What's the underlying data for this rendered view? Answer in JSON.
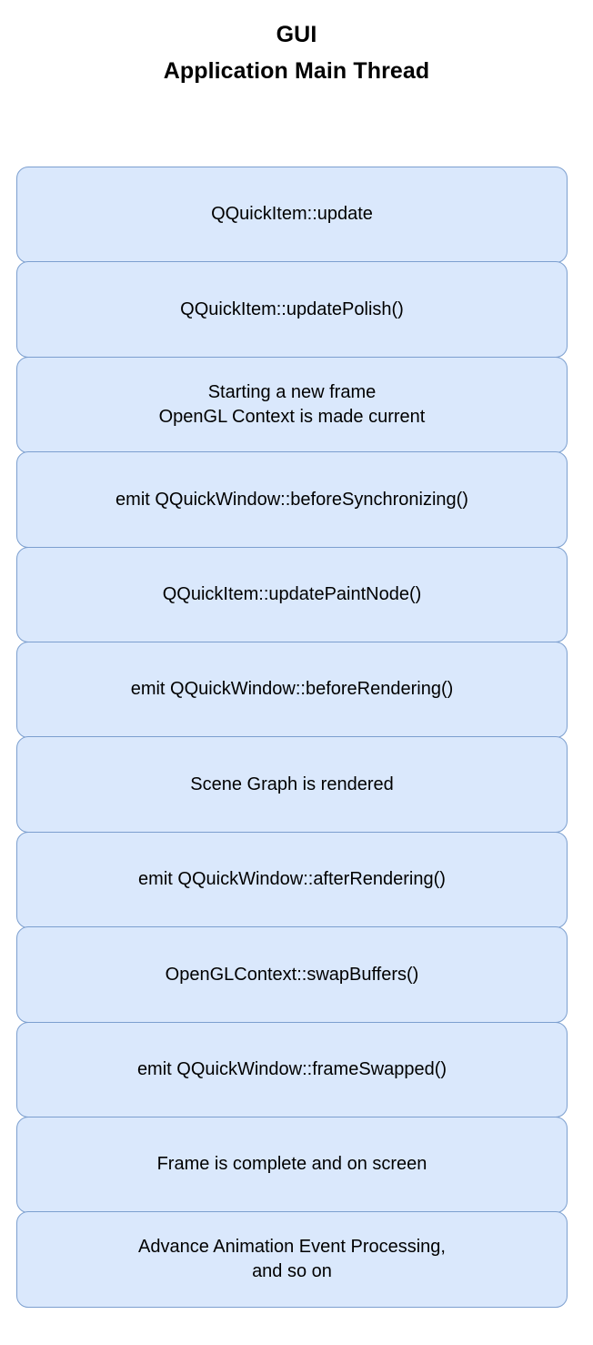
{
  "title": {
    "line1": "GUI",
    "line2": "Application Main Thread"
  },
  "colors": {
    "background": "#ffffff",
    "node_fill": "#dae8fc",
    "node_border": "#7c9fcf",
    "text": "#000000"
  },
  "flow": {
    "nodes": [
      {
        "label": "QQuickItem::update"
      },
      {
        "label": "QQuickItem::updatePolish()"
      },
      {
        "label": "Starting a new frame\nOpenGL Context is made current"
      },
      {
        "label": "emit QQuickWindow::beforeSynchronizing()"
      },
      {
        "label": "QQuickItem::updatePaintNode()"
      },
      {
        "label": "emit QQuickWindow::beforeRendering()"
      },
      {
        "label": "Scene Graph is rendered"
      },
      {
        "label": "emit QQuickWindow::afterRendering()"
      },
      {
        "label": "OpenGLContext::swapBuffers()"
      },
      {
        "label": "emit QQuickWindow::frameSwapped()"
      },
      {
        "label": "Frame is complete and on screen"
      },
      {
        "label": "Advance Animation Event Processing,\nand so on"
      }
    ]
  }
}
